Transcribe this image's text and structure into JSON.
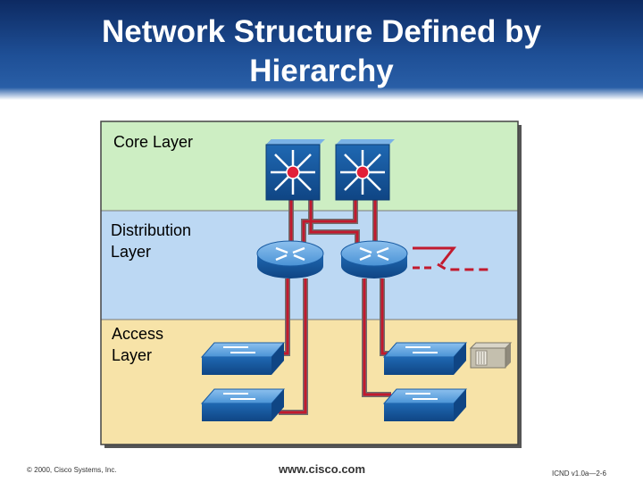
{
  "slide": {
    "title_line1": "Network Structure Defined by",
    "title_line2": "Hierarchy"
  },
  "layers": {
    "core": "Core Layer",
    "distribution_line1": "Distribution",
    "distribution_line2": "Layer",
    "access_line1": "Access",
    "access_line2": "Layer"
  },
  "footer": {
    "copyright": "© 2000, Cisco Systems, Inc.",
    "website": "www.cisco.com",
    "slide_ref": "ICND v1.0a—2-6"
  },
  "icons": {
    "core_switches": "multilayer-switch-icon",
    "distribution_routers": "router-icon",
    "access_switches": "workgroup-switch-icon",
    "server": "server-icon",
    "serial_link": "serial-link-icon"
  },
  "colors": {
    "core_layer": "#cdeec3",
    "distribution_layer": "#bcd8f3",
    "access_layer": "#f7e3a8",
    "device_blue": "#2a78c4",
    "link_red": "#c21a2e",
    "header_blue": "#1e4f96"
  }
}
